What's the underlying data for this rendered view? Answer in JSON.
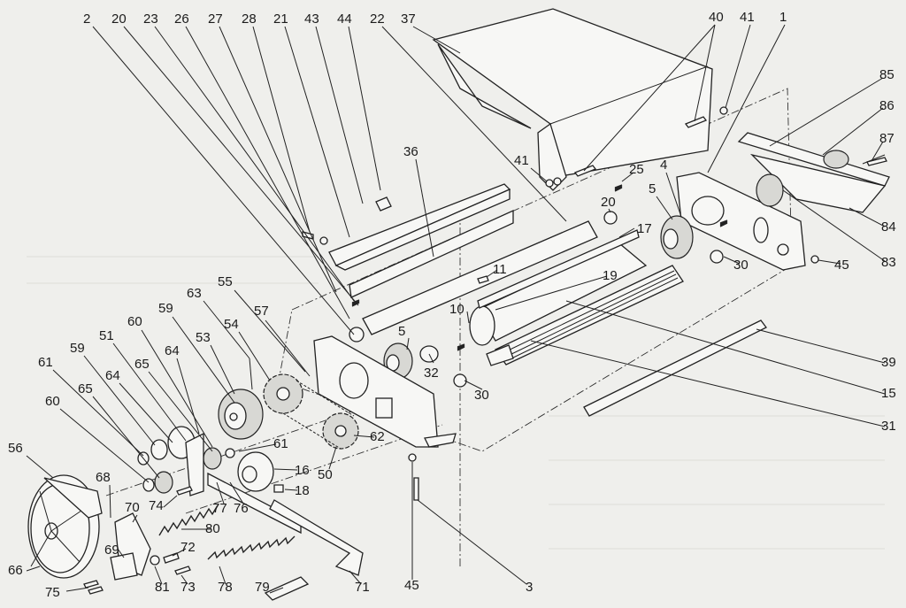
{
  "title": "Exploded parts diagram",
  "labels": [
    "2",
    "20",
    "23",
    "26",
    "27",
    "28",
    "21",
    "43",
    "44",
    "22",
    "37",
    "40",
    "41",
    "1",
    "85",
    "86",
    "87",
    "84",
    "83",
    "45",
    "39",
    "15",
    "31",
    "36",
    "41",
    "25",
    "4",
    "20",
    "5",
    "17",
    "30",
    "11",
    "19",
    "10",
    "5",
    "32",
    "30",
    "63",
    "55",
    "59",
    "57",
    "54",
    "60",
    "51",
    "53",
    "65",
    "64",
    "59",
    "61",
    "64",
    "65",
    "60",
    "61",
    "62",
    "50",
    "16",
    "18",
    "56",
    "68",
    "74",
    "77",
    "76",
    "70",
    "80",
    "69",
    "72",
    "66",
    "81",
    "73",
    "78",
    "79",
    "71",
    "75",
    "45",
    "3"
  ]
}
